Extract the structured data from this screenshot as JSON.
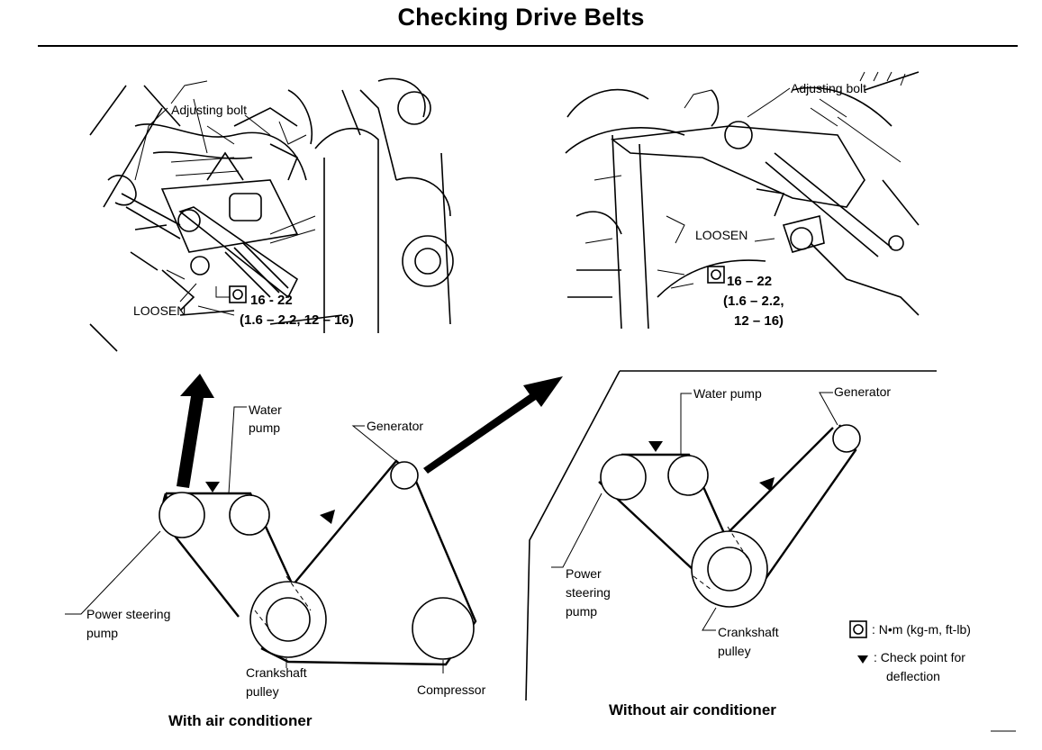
{
  "title": "Checking Drive Belts",
  "photo_left": {
    "adjusting_bolt": "Adjusting bolt",
    "loosen": "LOOSEN",
    "torque_1": "16 - 22",
    "torque_2": "(1.6 – 2.2, 12 – 16)"
  },
  "photo_right": {
    "adjusting_bolt": "Adjusting bolt",
    "loosen": "LOOSEN",
    "torque_1": "16 – 22",
    "torque_2": "(1.6 – 2.2,",
    "torque_3": "12 – 16)"
  },
  "with_ac": {
    "water_pump_1": "Water",
    "water_pump_2": "pump",
    "generator": "Generator",
    "power_steering_1": "Power steering",
    "power_steering_2": "pump",
    "crankshaft_1": "Crankshaft",
    "crankshaft_2": "pulley",
    "compressor": "Compressor",
    "caption": "With air conditioner"
  },
  "without_ac": {
    "water_pump": "Water pump",
    "generator": "Generator",
    "power_steering_1": "Power",
    "power_steering_2": "steering",
    "power_steering_3": "pump",
    "crankshaft_1": "Crankshaft",
    "crankshaft_2": "pulley",
    "caption": "Without air conditioner"
  },
  "legend": {
    "torque_units": ": N•m (kg-m, ft-lb)",
    "check_point_1": ": Check point for",
    "check_point_2": "deflection"
  }
}
